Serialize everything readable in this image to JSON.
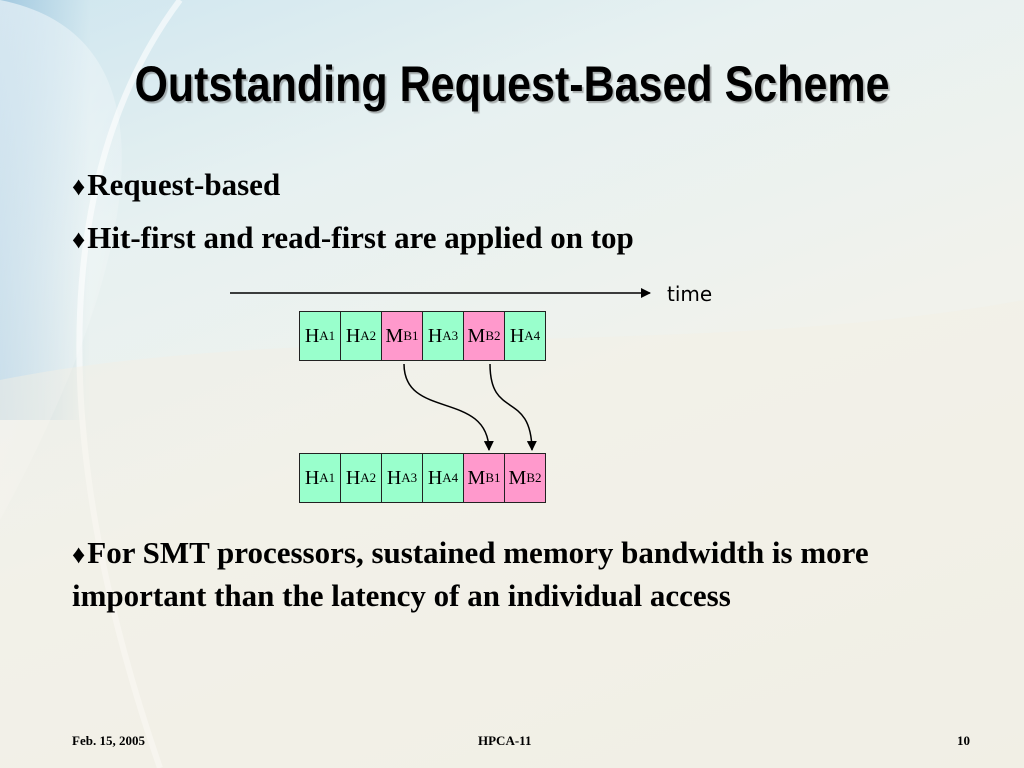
{
  "slide": {
    "title": "Outstanding Request-Based Scheme",
    "bullet_marker": "♦",
    "bullets": [
      "Request-based",
      "Hit-first and read-first are applied on top",
      "For SMT processors, sustained memory bandwidth is more important than the latency of an individual access"
    ]
  },
  "diagram": {
    "time_label": "time",
    "row_before": [
      {
        "letter": "H",
        "sub": "A1",
        "kind": "hit"
      },
      {
        "letter": "H",
        "sub": "A2",
        "kind": "hit"
      },
      {
        "letter": "M",
        "sub": "B1",
        "kind": "miss"
      },
      {
        "letter": "H",
        "sub": "A3",
        "kind": "hit"
      },
      {
        "letter": "M",
        "sub": "B2",
        "kind": "miss"
      },
      {
        "letter": "H",
        "sub": "A4",
        "kind": "hit"
      }
    ],
    "row_after": [
      {
        "letter": "H",
        "sub": "A1",
        "kind": "hit"
      },
      {
        "letter": "H",
        "sub": "A2",
        "kind": "hit"
      },
      {
        "letter": "H",
        "sub": "A3",
        "kind": "hit"
      },
      {
        "letter": "H",
        "sub": "A4",
        "kind": "hit"
      },
      {
        "letter": "M",
        "sub": "B1",
        "kind": "miss"
      },
      {
        "letter": "M",
        "sub": "B2",
        "kind": "miss"
      }
    ],
    "colors": {
      "hit": "#99ffcc",
      "miss": "#ff99cc"
    }
  },
  "footer": {
    "date": "Feb. 15, 2005",
    "conference": "HPCA-11",
    "page": "10"
  }
}
